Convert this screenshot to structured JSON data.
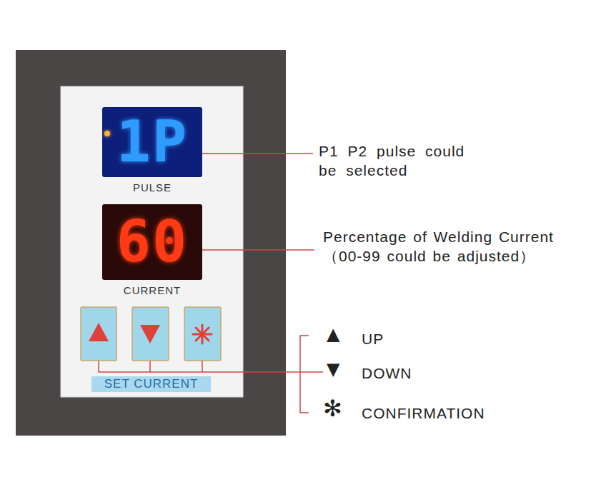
{
  "diagram": {
    "nodes": [
      {
        "text": [
          "1P",
          "PULSE"
        ]
      },
      {
        "text": [
          "60",
          "CURRENT"
        ]
      },
      {
        "text": [
          "SET CURRENT"
        ]
      }
    ],
    "labels": [
      "P1 P2 pulse could be selected",
      "Percentage of Welding Current （00-99 could be adjusted）",
      "▲",
      "UP",
      "▼",
      "DOWN",
      "✻",
      "CONFIRMATION"
    ]
  }
}
